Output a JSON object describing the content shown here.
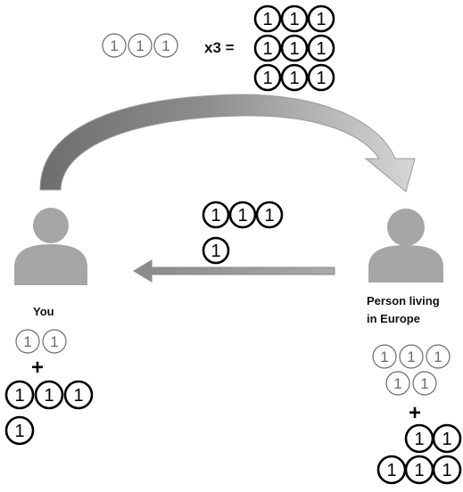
{
  "multiplier_label": "x3 =",
  "equals_sign": "",
  "coin_value": "1",
  "you_label": "You",
  "europe_person_label_line1": "Person living",
  "europe_person_label_line2": "in Europe",
  "plus_sign": "+",
  "colors": {
    "arrow_gray": "#8a8a8a",
    "person_gray": "#a6a6a6",
    "thin_coin_stroke": "#6b6b6b",
    "bold_coin_stroke": "#000000"
  },
  "icons": [
    "person-icon",
    "curved-arrow-icon",
    "straight-arrow-icon",
    "coin-icon"
  ]
}
